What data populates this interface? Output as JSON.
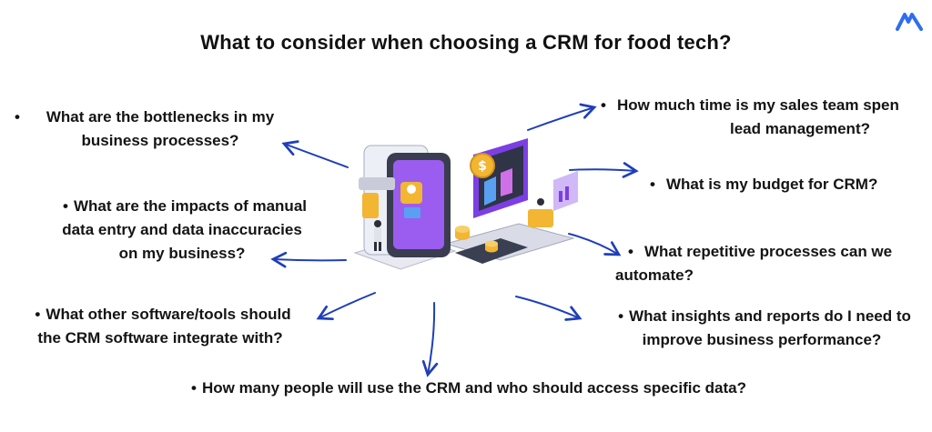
{
  "title": "What to consider when choosing a CRM for food tech?",
  "bullet_glyph": "•",
  "questions": {
    "bottlenecks": [
      "What are the bottlenecks in my",
      "business processes?"
    ],
    "manual_entry": [
      "What are the impacts of manual",
      "data entry and data inaccuracies",
      "on my business?"
    ],
    "integrations": [
      "What other software/tools should",
      "the CRM software integrate with?"
    ],
    "sales_time": [
      "How much time is my sales team spen",
      "lead management?"
    ],
    "budget": [
      "What is my budget for CRM?"
    ],
    "repetitive": [
      "What repetitive processes can we",
      "automate?"
    ],
    "insights": [
      "What insights and reports do I need to",
      "improve business performance?"
    ],
    "users_access": [
      "How many people will use the CRM and who should access specific data?"
    ]
  },
  "colors": {
    "arrow": "#1f3fb8",
    "logo": "#2f6df0",
    "purple": "#7b3fe4",
    "gold": "#f2b632"
  },
  "icons": [
    "brand-logo-icon",
    "crm-illustration"
  ]
}
